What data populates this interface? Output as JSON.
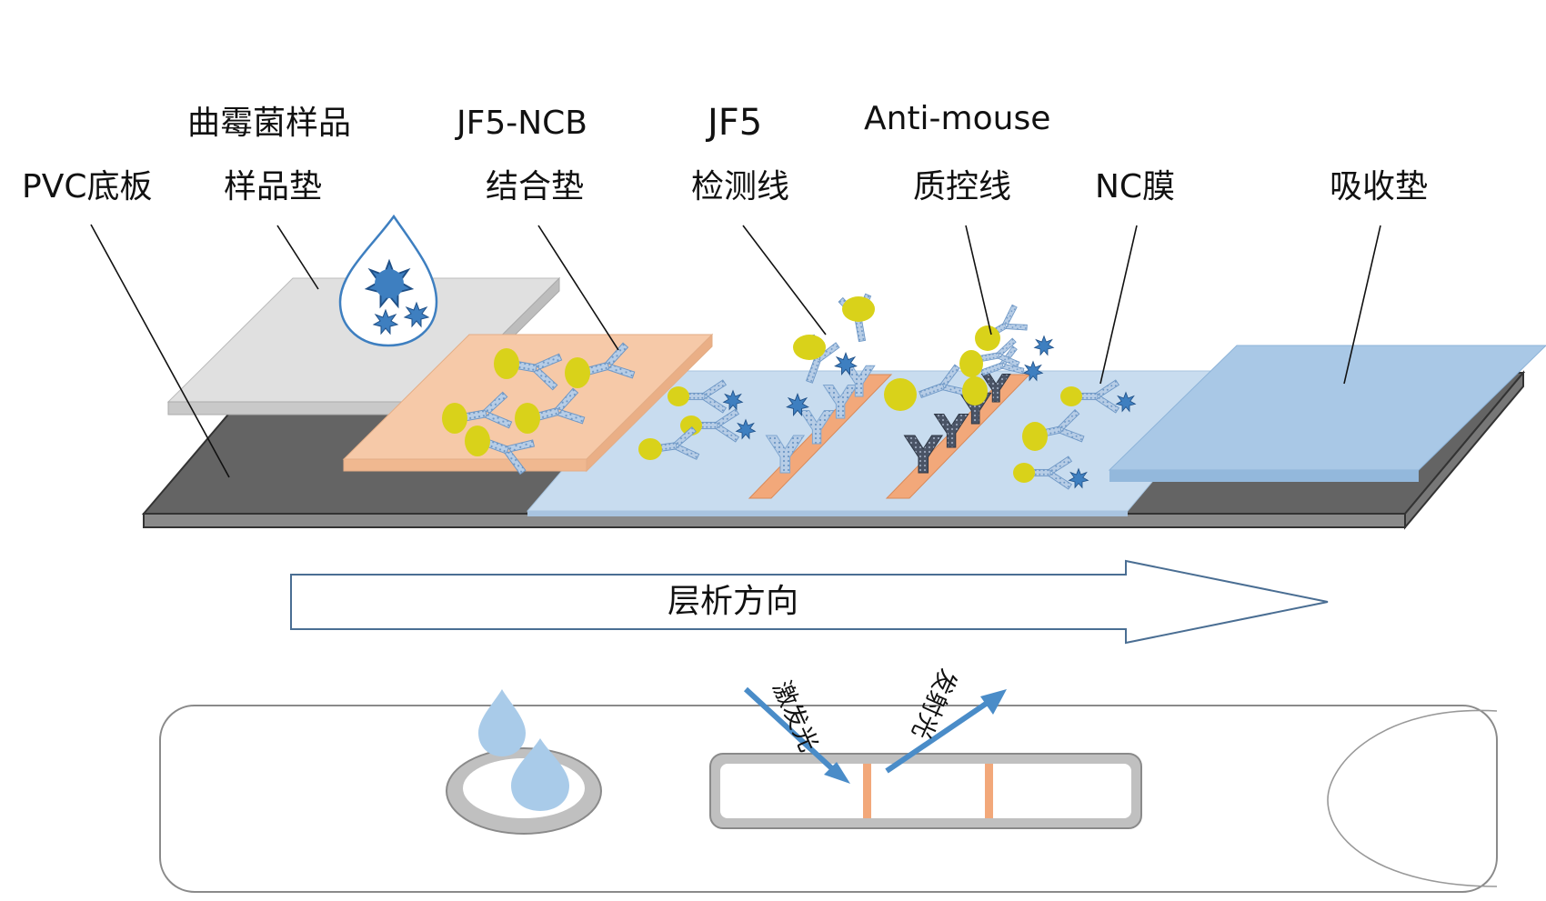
{
  "labels": {
    "sample": "曲霉菌样品",
    "jf5_ncb": "JF5-NCB",
    "jf5": "JF5",
    "anti_mouse": "Anti-mouse",
    "pvc": "PVC底板",
    "sample_pad": "样品垫",
    "conjugate_pad": "结合垫",
    "test_line": "检测线",
    "control_line": "质控线",
    "nc_membrane": "NC膜",
    "absorbent_pad": "吸收垫",
    "flow_direction": "层析方向",
    "excitation_light": "激发光",
    "emission_light": "发射光"
  },
  "colors": {
    "pvc_base": "#5a5a5a",
    "sample_pad": "#e0e0e0",
    "conjugate_pad": "#f6c9a8",
    "nc_membrane": "#c8dcef",
    "absorbent_pad": "#a9c8e6",
    "line_strip": "#f2a87a",
    "particle": "#d9d21a",
    "antibody": "#8fb5dd",
    "antigen": "#3e7fc0",
    "arrow": "#4a8cc8"
  }
}
